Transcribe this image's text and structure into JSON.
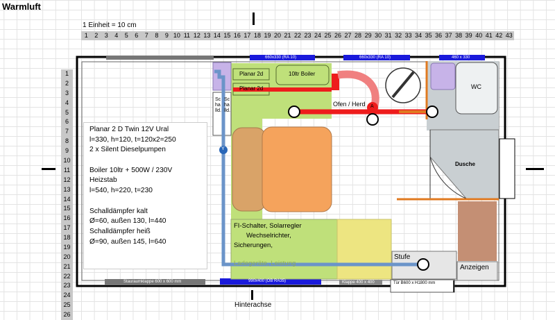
{
  "title": "Warmluft",
  "scale_label": "1 Einheit = 10 cm",
  "columns": [
    "1",
    "2",
    "3",
    "4",
    "5",
    "6",
    "7",
    "8",
    "9",
    "10",
    "11",
    "12",
    "13",
    "14",
    "15",
    "16",
    "17",
    "18",
    "19",
    "20",
    "21",
    "22",
    "23",
    "24",
    "25",
    "26",
    "27",
    "28",
    "29",
    "30",
    "31",
    "32",
    "33",
    "34",
    "35",
    "36",
    "37",
    "38",
    "39",
    "40",
    "41",
    "42",
    "43"
  ],
  "rows": [
    "1",
    "2",
    "3",
    "4",
    "5",
    "6",
    "7",
    "8",
    "9",
    "10",
    "11",
    "12",
    "13",
    "14",
    "15",
    "16",
    "17",
    "18",
    "19",
    "20",
    "21",
    "22",
    "23",
    "24",
    "25",
    "26"
  ],
  "windows_top": [
    "660x330 (RA 10)",
    "660x330 (RA 10)",
    "460 x 330"
  ],
  "windows_bottom": [
    "Stauraumklappe 600 x 600 mm",
    "990x400 (OB RA35)",
    "Klappe 400 x 400",
    "Tür B600 x H1800 mm"
  ],
  "heaters": [
    "Planar 2d",
    "Planar 2d"
  ],
  "boiler_label": "10ltr Boiler",
  "oven_label": "Ofen / Herd",
  "silencer_label": "Schalld.",
  "wc_label": "WC",
  "shower_label": "Dusche",
  "electrics_label": [
    "FI-Schalter, Solarregler",
    "Wechselrichter,",
    "Sicherungen,",
    "Ladegeräte, Leistung"
  ],
  "step_label": "Stufe",
  "display_label": "Anzeigen",
  "axle_label": "Hinterachse",
  "junction_a": "A",
  "junction_y": "Y",
  "notes": [
    "Planar 2 D Twin 12V Ural",
    "l=330, h=120, t=120x2=250",
    "2 x Silent Dieselpumpen",
    "",
    "Boiler 10ltr + 500W / 230V",
    "Heizstab",
    "l=540, h=220, t=230",
    "",
    "Schalldämpfer kalt",
    "Ø=60, außen 130, l=440",
    "Schalldämpfer heiß",
    "Ø=90, außen 145, l=640"
  ],
  "colors": {
    "hot_pipe": "#ee1c1c",
    "cold_pipe": "#6b94c9",
    "wall": "#000000",
    "heater_box": "#c7b3e8",
    "green_zone": "#bfe07a",
    "orange_box": "#f5a35c",
    "window_blue": "#1a1adb",
    "shower_grey": "#c9cfd2",
    "brown": "#c48f74",
    "yellow_box": "#ede581"
  }
}
